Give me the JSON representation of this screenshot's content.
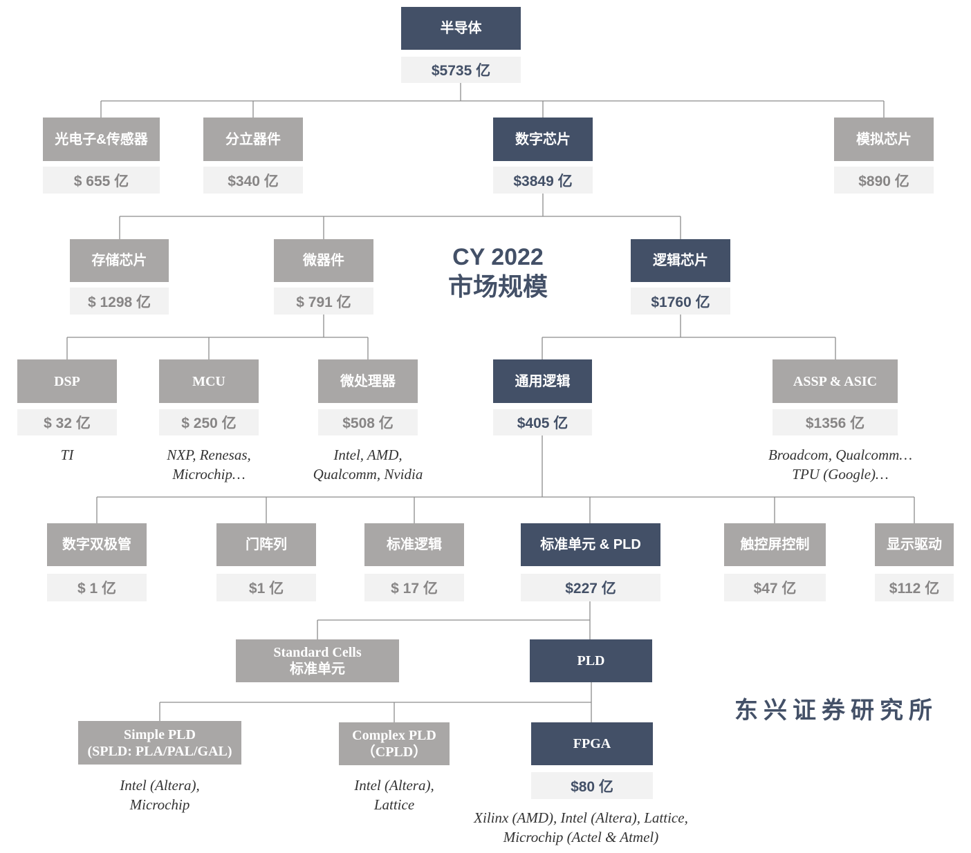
{
  "title": {
    "line1": "CY 2022",
    "line2": "市场规模"
  },
  "org": "东兴证券研究所",
  "nodes": {
    "semiconductor": {
      "label": "半导体",
      "value": "$5735 亿"
    },
    "optoelectronics": {
      "label": "光电子&传感器",
      "value": "$ 655 亿"
    },
    "discrete": {
      "label": "分立器件",
      "value": "$340 亿"
    },
    "digital": {
      "label": "数字芯片",
      "value": "$3849 亿"
    },
    "analog": {
      "label": "模拟芯片",
      "value": "$890 亿"
    },
    "memory": {
      "label": "存储芯片",
      "value": "$ 1298 亿"
    },
    "micro": {
      "label": "微器件",
      "value": "$ 791 亿"
    },
    "logic": {
      "label": "逻辑芯片",
      "value": "$1760 亿"
    },
    "dsp": {
      "label": "DSP",
      "value": "$ 32 亿",
      "note": [
        "TI"
      ]
    },
    "mcu": {
      "label": "MCU",
      "value": "$ 250 亿",
      "note": [
        "NXP, Renesas,",
        "Microchip…"
      ]
    },
    "mpu": {
      "label": "微处理器",
      "value": "$508 亿",
      "note": [
        "Intel, AMD,",
        "Qualcomm, Nvidia"
      ]
    },
    "general_logic": {
      "label": "通用逻辑",
      "value": "$405 亿"
    },
    "assp_asic": {
      "label": "ASSP & ASIC",
      "value": "$1356 亿",
      "note": [
        "Broadcom, Qualcomm…",
        "TPU (Google)…"
      ]
    },
    "bipolar": {
      "label": "数字双极管",
      "value": "$ 1 亿"
    },
    "gate_array": {
      "label": "门阵列",
      "value": "$1 亿"
    },
    "std_logic": {
      "label": "标准逻辑",
      "value": "$ 17 亿"
    },
    "std_cell_pld": {
      "label": "标准单元 & PLD",
      "value": "$227 亿"
    },
    "touch": {
      "label": "触控屏控制",
      "value": "$47 亿"
    },
    "display": {
      "label": "显示驱动",
      "value": "$112 亿"
    },
    "std_cells": {
      "label": [
        "Standard Cells",
        "标准单元"
      ]
    },
    "pld": {
      "label": "PLD"
    },
    "spld": {
      "label": [
        "Simple PLD",
        "(SPLD: PLA/PAL/GAL)"
      ],
      "note": [
        "Intel (Altera),",
        "Microchip"
      ]
    },
    "cpld": {
      "label": [
        "Complex PLD",
        "（CPLD）"
      ],
      "note": [
        "Intel (Altera),",
        "Lattice"
      ]
    },
    "fpga": {
      "label": "FPGA",
      "value": "$80 亿",
      "note": [
        "Xilinx (AMD), Intel (Altera), Lattice,",
        "Microchip (Actel & Atmel)"
      ]
    }
  },
  "colors": {
    "dark": "#435067",
    "grey": "#a9a7a6",
    "value_bg": "#f2f2f2",
    "line": "#8c8c8c"
  }
}
